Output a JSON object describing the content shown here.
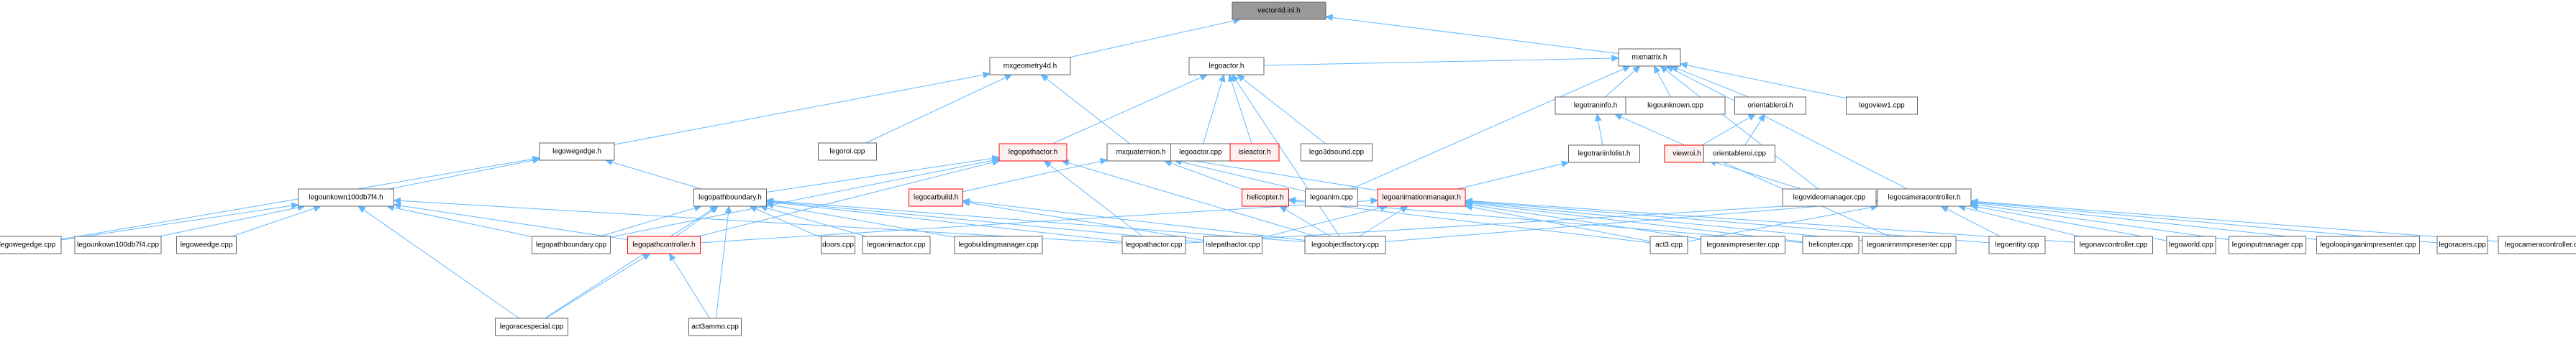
{
  "diagram": {
    "type": "include-dependency-graph",
    "colors": {
      "edge": "#63b8ff",
      "root_fill": "#999999",
      "node_border": "#666666",
      "incomplete_border": "#ff0000",
      "incomplete_fill": "#fff0f0"
    },
    "nodes": [
      {
        "id": "vector4d_inl_h",
        "label": "vector4d.inl.h",
        "style": "root"
      },
      {
        "id": "mxgeometry4d_h",
        "label": "mxgeometry4d.h",
        "style": "normal"
      },
      {
        "id": "mxmatrix_h",
        "label": "mxmatrix.h",
        "style": "normal"
      },
      {
        "id": "legowegedge_h",
        "label": "legowegedge.h",
        "style": "normal"
      },
      {
        "id": "legoroi_cpp",
        "label": "legoroi.cpp",
        "style": "normal"
      },
      {
        "id": "mxquaternion_h",
        "label": "mxquaternion.h",
        "style": "normal"
      },
      {
        "id": "legoactor_h",
        "label": "legoactor.h",
        "style": "normal"
      },
      {
        "id": "legotraninfo_h",
        "label": "legotraninfo.h",
        "style": "normal"
      },
      {
        "id": "legounknown_cpp",
        "label": "legounknown.cpp",
        "style": "normal"
      },
      {
        "id": "orientableroi_h",
        "label": "orientableroi.h",
        "style": "normal"
      },
      {
        "id": "legoview1_cpp",
        "label": "legoview1.cpp",
        "style": "normal"
      },
      {
        "id": "legopathactor_h",
        "label": "legopathactor.h",
        "style": "red"
      },
      {
        "id": "legoactor_cpp",
        "label": "legoactor.cpp",
        "style": "normal"
      },
      {
        "id": "isleactor_h",
        "label": "isleactor.h",
        "style": "red"
      },
      {
        "id": "lego3dsound_cpp",
        "label": "lego3dsound.cpp",
        "style": "normal"
      },
      {
        "id": "legotraninfolist_h",
        "label": "legotraninfolist.h",
        "style": "normal"
      },
      {
        "id": "viewroi_h",
        "label": "viewroi.h",
        "style": "red"
      },
      {
        "id": "orientableroi_cpp",
        "label": "orientableroi.cpp",
        "style": "normal"
      },
      {
        "id": "legounkown100db7f4_h",
        "label": "legounkown100db7f4.h",
        "style": "normal"
      },
      {
        "id": "legopathboundary_h",
        "label": "legopathboundary.h",
        "style": "normal"
      },
      {
        "id": "legocarbuild_h",
        "label": "legocarbuild.h",
        "style": "red"
      },
      {
        "id": "helicopter_h",
        "label": "helicopter.h",
        "style": "red"
      },
      {
        "id": "legoanim_cpp",
        "label": "legoanim.cpp",
        "style": "normal"
      },
      {
        "id": "legoanimationmanager_h",
        "label": "legoanimationmanager.h",
        "style": "red"
      },
      {
        "id": "legovideomanager_cpp",
        "label": "legovideomanager.cpp",
        "style": "normal"
      },
      {
        "id": "legocameracontroller_h",
        "label": "legocameracontroller.h",
        "style": "normal"
      },
      {
        "id": "legowegedge_cpp",
        "label": "legowegedge.cpp",
        "style": "normal"
      },
      {
        "id": "legounkown100db7f4_cpp",
        "label": "legounkown100db7f4.cpp",
        "style": "normal"
      },
      {
        "id": "legoweedge_cpp",
        "label": "legoweedge.cpp",
        "style": "normal"
      },
      {
        "id": "legopathboundary_cpp",
        "label": "legopathboundary.cpp",
        "style": "normal"
      },
      {
        "id": "legopathcontroller_h",
        "label": "legopathcontroller.h",
        "style": "red"
      },
      {
        "id": "doors_cpp",
        "label": "doors.cpp",
        "style": "normal"
      },
      {
        "id": "legoanimactor_cpp",
        "label": "legoanimactor.cpp",
        "style": "normal"
      },
      {
        "id": "legobuildingmanager_cpp",
        "label": "legobuildingmanager.cpp",
        "style": "normal"
      },
      {
        "id": "legopathactor_cpp",
        "label": "legopathactor.cpp",
        "style": "normal"
      },
      {
        "id": "islepathactor_cpp",
        "label": "islepathactor.cpp",
        "style": "normal"
      },
      {
        "id": "legoobjectfactory_cpp",
        "label": "legoobjectfactory.cpp",
        "style": "normal"
      },
      {
        "id": "act3_cpp",
        "label": "act3.cpp",
        "style": "normal"
      },
      {
        "id": "legoanimpresenter_cpp",
        "label": "legoanimpresenter.cpp",
        "style": "normal"
      },
      {
        "id": "helicopter_cpp",
        "label": "helicopter.cpp",
        "style": "normal"
      },
      {
        "id": "legoanimmmpresenter_cpp",
        "label": "legoanimmmpresenter.cpp",
        "style": "normal"
      },
      {
        "id": "legoentity_cpp",
        "label": "legoentity.cpp",
        "style": "normal"
      },
      {
        "id": "legonavcontroller_cpp",
        "label": "legonavcontroller.cpp",
        "style": "normal"
      },
      {
        "id": "legoworld_cpp",
        "label": "legoworld.cpp",
        "style": "normal"
      },
      {
        "id": "legoinputmanager_cpp",
        "label": "legoinputmanager.cpp",
        "style": "normal"
      },
      {
        "id": "legoloopinganimpresenter_cpp",
        "label": "legoloopinganimpresenter.cpp",
        "style": "normal"
      },
      {
        "id": "legoracers_cpp",
        "label": "legoracers.cpp",
        "style": "normal"
      },
      {
        "id": "legocameracontroller_cpp",
        "label": "legocameracontroller.cpp",
        "style": "normal"
      },
      {
        "id": "legoracespecial_cpp",
        "label": "legoracespecial.cpp",
        "style": "normal"
      },
      {
        "id": "act3ammo_cpp",
        "label": "act3ammo.cpp",
        "style": "normal"
      }
    ],
    "edges": [
      [
        "mxgeometry4d_h",
        "vector4d_inl_h"
      ],
      [
        "mxmatrix_h",
        "vector4d_inl_h"
      ],
      [
        "legowegedge_h",
        "mxgeometry4d_h"
      ],
      [
        "legoroi_cpp",
        "mxgeometry4d_h"
      ],
      [
        "mxquaternion_h",
        "mxgeometry4d_h"
      ],
      [
        "legoactor_h",
        "mxmatrix_h"
      ],
      [
        "legotraninfo_h",
        "mxmatrix_h"
      ],
      [
        "legounknown_cpp",
        "mxmatrix_h"
      ],
      [
        "orientableroi_h",
        "mxmatrix_h"
      ],
      [
        "legoview1_cpp",
        "mxmatrix_h"
      ],
      [
        "legoanim_cpp",
        "mxmatrix_h"
      ],
      [
        "legovideomanager_cpp",
        "mxmatrix_h"
      ],
      [
        "legocameracontroller_h",
        "mxmatrix_h"
      ],
      [
        "legopathactor_h",
        "legoactor_h"
      ],
      [
        "legoactor_cpp",
        "legoactor_h"
      ],
      [
        "isleactor_h",
        "legoactor_h"
      ],
      [
        "lego3dsound_cpp",
        "legoactor_h"
      ],
      [
        "legoobjectfactory_cpp",
        "legoactor_h"
      ],
      [
        "legotraninfolist_h",
        "legotraninfo_h"
      ],
      [
        "legoanimmmpresenter_cpp",
        "legotraninfo_h"
      ],
      [
        "viewroi_h",
        "orientableroi_h"
      ],
      [
        "orientableroi_cpp",
        "orientableroi_h"
      ],
      [
        "legovideomanager_cpp",
        "viewroi_h"
      ],
      [
        "legoanimationmanager_h",
        "legotraninfolist_h"
      ],
      [
        "legounkown100db7f4_h",
        "legowegedge_h"
      ],
      [
        "legopathboundary_h",
        "legowegedge_h"
      ],
      [
        "legowegedge_cpp",
        "legowegedge_h"
      ],
      [
        "legopathboundary_h",
        "legopathactor_h"
      ],
      [
        "legopathboundary_cpp",
        "legopathactor_h"
      ],
      [
        "legopathcontroller_h",
        "legopathactor_h"
      ],
      [
        "legopathactor_cpp",
        "legopathactor_h"
      ],
      [
        "legoobjectfactory_cpp",
        "legopathactor_h"
      ],
      [
        "legocarbuild_h",
        "mxquaternion_h"
      ],
      [
        "helicopter_h",
        "mxquaternion_h"
      ],
      [
        "legoanim_cpp",
        "mxquaternion_h"
      ],
      [
        "legoanimationmanager_h",
        "mxquaternion_h"
      ],
      [
        "legowegedge_cpp",
        "legounkown100db7f4_h"
      ],
      [
        "legounkown100db7f4_cpp",
        "legounkown100db7f4_h"
      ],
      [
        "legoweedge_cpp",
        "legounkown100db7f4_h"
      ],
      [
        "legopathboundary_cpp",
        "legounkown100db7f4_h"
      ],
      [
        "legopathcontroller_h",
        "legounkown100db7f4_h"
      ],
      [
        "legoracespecial_cpp",
        "legounkown100db7f4_h"
      ],
      [
        "legopathactor_cpp",
        "legounkown100db7f4_h"
      ],
      [
        "legopathboundary_cpp",
        "legopathboundary_h"
      ],
      [
        "legopathcontroller_h",
        "legopathboundary_h"
      ],
      [
        "doors_cpp",
        "legopathboundary_h"
      ],
      [
        "legoanimactor_cpp",
        "legopathboundary_h"
      ],
      [
        "legobuildingmanager_cpp",
        "legopathboundary_h"
      ],
      [
        "legopathactor_cpp",
        "legopathboundary_h"
      ],
      [
        "islepathactor_cpp",
        "legopathboundary_h"
      ],
      [
        "legoracespecial_cpp",
        "legopathboundary_h"
      ],
      [
        "act3ammo_cpp",
        "legopathboundary_h"
      ],
      [
        "legoobjectfactory_cpp",
        "legopathboundary_h"
      ],
      [
        "islepathactor_cpp",
        "legocarbuild_h"
      ],
      [
        "legoobjectfactory_cpp",
        "legocarbuild_h"
      ],
      [
        "legoobjectfactory_cpp",
        "helicopter_h"
      ],
      [
        "act3_cpp",
        "helicopter_h"
      ],
      [
        "helicopter_cpp",
        "helicopter_h"
      ],
      [
        "legoobjectfactory_cpp",
        "legoanimationmanager_h"
      ],
      [
        "act3_cpp",
        "legoanimationmanager_h"
      ],
      [
        "legoanimpresenter_cpp",
        "legoanimationmanager_h"
      ],
      [
        "helicopter_cpp",
        "legoanimationmanager_h"
      ],
      [
        "legoanimmmpresenter_cpp",
        "legoanimationmanager_h"
      ],
      [
        "legoentity_cpp",
        "legoanimationmanager_h"
      ],
      [
        "legonavcontroller_cpp",
        "legoanimationmanager_h"
      ],
      [
        "legopathcontroller_h",
        "legoanimationmanager_h"
      ],
      [
        "islepathactor_cpp",
        "legoanimationmanager_h"
      ],
      [
        "legoracespecial_cpp",
        "legopathcontroller_h"
      ],
      [
        "act3ammo_cpp",
        "legopathcontroller_h"
      ],
      [
        "legopathactor_cpp",
        "legocameracontroller_h"
      ],
      [
        "legoobjectfactory_cpp",
        "legocameracontroller_h"
      ],
      [
        "act3_cpp",
        "legocameracontroller_h"
      ],
      [
        "legoentity_cpp",
        "legocameracontroller_h"
      ],
      [
        "legonavcontroller_cpp",
        "legocameracontroller_h"
      ],
      [
        "legoworld_cpp",
        "legocameracontroller_h"
      ],
      [
        "legoinputmanager_cpp",
        "legocameracontroller_h"
      ],
      [
        "legoloopinganimpresenter_cpp",
        "legocameracontroller_h"
      ],
      [
        "legoracers_cpp",
        "legocameracontroller_h"
      ],
      [
        "legocameracontroller_cpp",
        "legocameracontroller_h"
      ]
    ]
  }
}
